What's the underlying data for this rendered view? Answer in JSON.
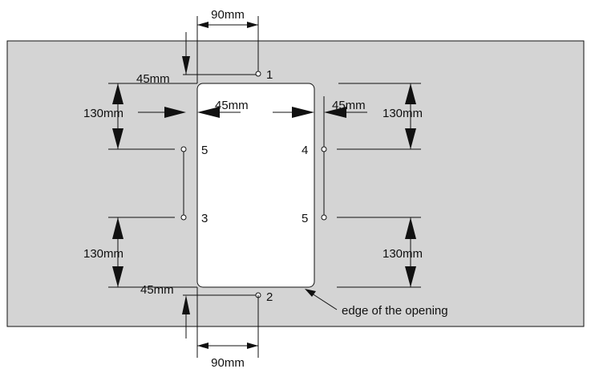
{
  "colors": {
    "panel": "#d4d4d4",
    "opening": "#ffffff",
    "line": "#111111"
  },
  "dimensions": {
    "top_width": "90mm",
    "bottom_width": "90mm",
    "top_offset": "45mm",
    "bottom_offset": "45mm",
    "inner_left": "45mm",
    "inner_right": "45mm",
    "left_upper": "130mm",
    "left_lower": "130mm",
    "right_upper": "130mm",
    "right_lower": "130mm"
  },
  "holes": {
    "top": "1",
    "bottom": "2",
    "left_lower": "3",
    "right_upper": "4",
    "left_upper": "5",
    "right_lower": "5"
  },
  "annotation": "edge of the opening"
}
